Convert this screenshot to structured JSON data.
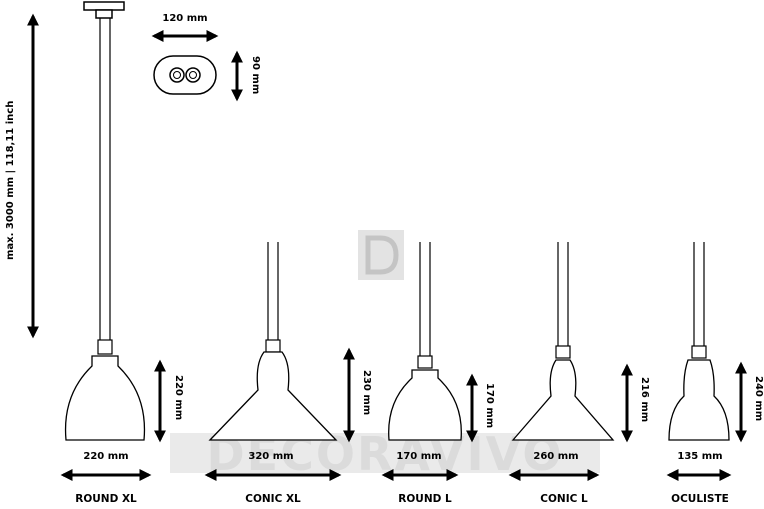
{
  "watermark": "DECORAVIVO",
  "colors": {
    "line": "#000000",
    "watermark": "#c8c8c8",
    "background": "#ffffff"
  },
  "canopy": {
    "width_label": "120 mm",
    "height_label": "90 mm"
  },
  "total_height_label": "max. 3000 mm | 118,11 inch",
  "lamps": [
    {
      "name": "ROUND XL",
      "width_label": "220 mm",
      "height_label": "220 mm"
    },
    {
      "name": "CONIC XL",
      "width_label": "320 mm",
      "height_label": "230 mm"
    },
    {
      "name": "ROUND L",
      "width_label": "170 mm",
      "height_label": "170 mm"
    },
    {
      "name": "CONIC L",
      "width_label": "260 mm",
      "height_label": "216 mm"
    },
    {
      "name": "OCULISTE",
      "width_label": "135 mm",
      "height_label": "240 mm"
    }
  ]
}
